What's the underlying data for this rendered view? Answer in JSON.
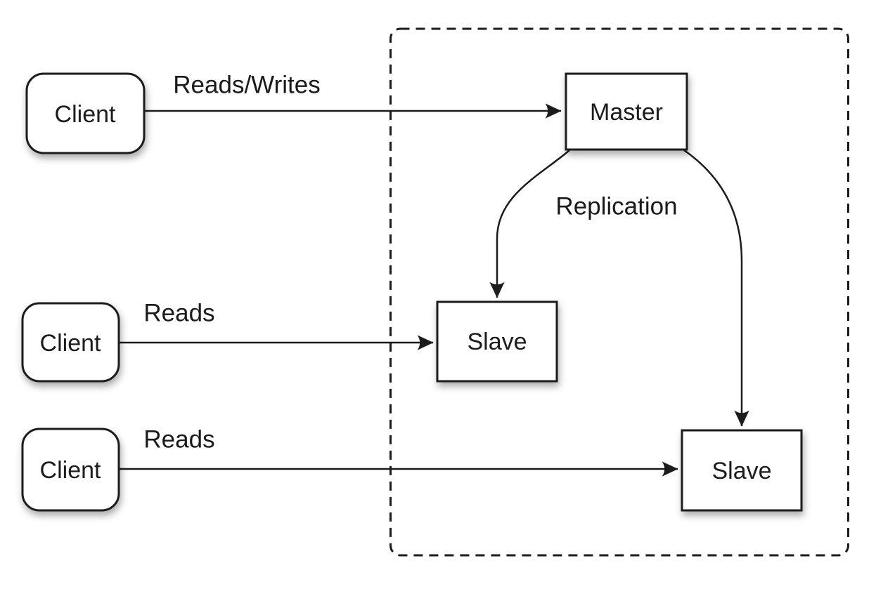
{
  "diagram": {
    "nodes": {
      "client1": {
        "label": "Client"
      },
      "client2": {
        "label": "Client"
      },
      "client3": {
        "label": "Client"
      },
      "master": {
        "label": "Master"
      },
      "slave1": {
        "label": "Slave"
      },
      "slave2": {
        "label": "Slave"
      }
    },
    "edge_labels": {
      "reads_writes": "Reads/Writes",
      "reads_mid": "Reads",
      "reads_bottom": "Reads",
      "replication": "Replication"
    },
    "colors": {
      "line": "#1c1c1c",
      "text": "#1a1a1a",
      "node_fill": "#ffffff",
      "master_fill_top": "#f2f2f2",
      "master_fill_bottom": "#c3c3c3",
      "background": "#ffffff"
    }
  }
}
